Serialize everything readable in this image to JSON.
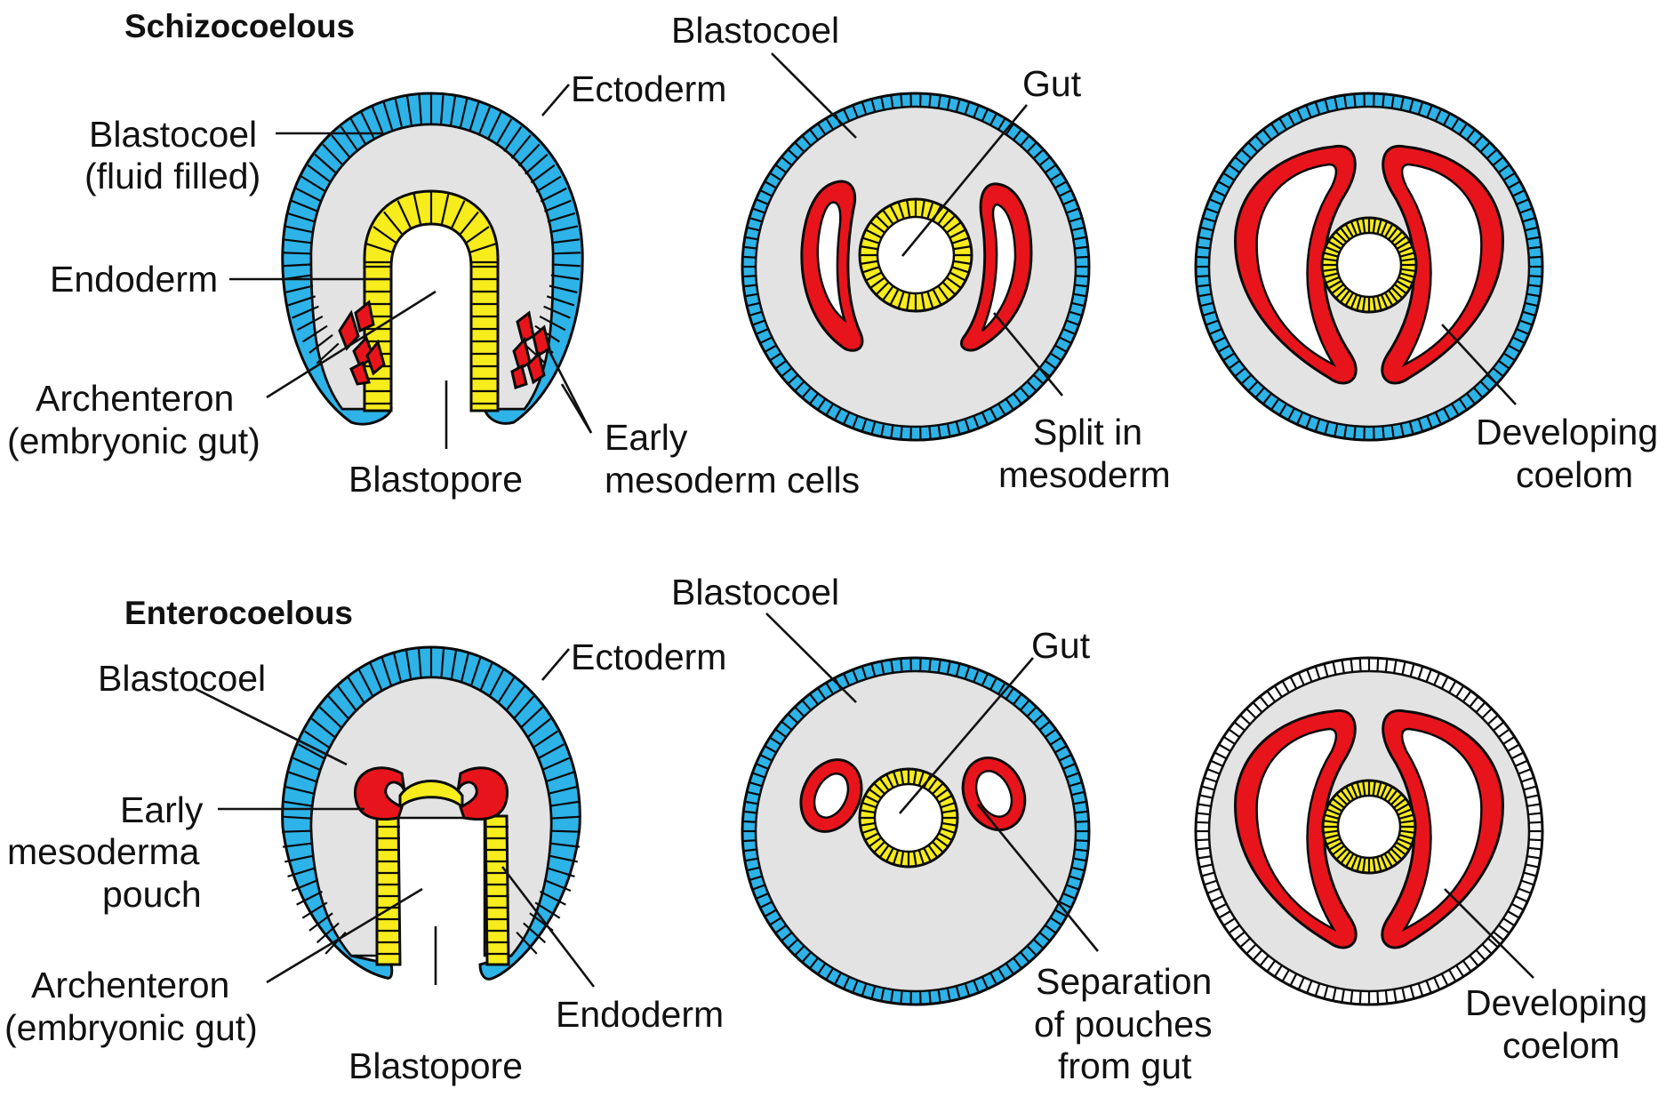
{
  "figure": {
    "title_cut_off": "",
    "colors": {
      "ectoderm": "#2db3e8",
      "endoderm": "#f7ec1c",
      "mesoderm": "#e8141b",
      "blastocoel": "#e3e3e3",
      "outline": "#0b0b0b"
    }
  },
  "schizocoelous": {
    "heading": "Schizocoelous",
    "stage1": {
      "ectoderm": "Ectoderm",
      "blastocoel_line1": "Blastocoel",
      "blastocoel_line2": "(fluid filled)",
      "endoderm": "Endoderm",
      "archenteron_line1": "Archenteron",
      "archenteron_line2": "(embryonic gut)",
      "blastopore": "Blastopore",
      "early_meso_line1": "Early",
      "early_meso_line2": "mesoderm cells"
    },
    "stage2": {
      "blastocoel": "Blastocoel",
      "gut": "Gut",
      "split_line1": "Split in",
      "split_line2": "mesoderm"
    },
    "stage3": {
      "coelom_line1": "Developing",
      "coelom_line2": "coelom"
    }
  },
  "enterocoelous": {
    "heading": "Enterocoelous",
    "stage1": {
      "blastocoel": "Blastocoel",
      "ectoderm": "Ectoderm",
      "pouch_line1": "Early",
      "pouch_line2": "mesoderma",
      "pouch_line3": "pouch",
      "archenteron_line1": "Archenteron",
      "archenteron_line2": "(embryonic gut)",
      "blastopore": "Blastopore",
      "endoderm": "Endoderm"
    },
    "stage2": {
      "blastocoel": "Blastocoel",
      "gut": "Gut",
      "separation_line1": "Separation",
      "separation_line2": "of pouches",
      "separation_line3": "from gut"
    },
    "stage3": {
      "coelom_line1": "Developing",
      "coelom_line2": "coelom"
    }
  }
}
